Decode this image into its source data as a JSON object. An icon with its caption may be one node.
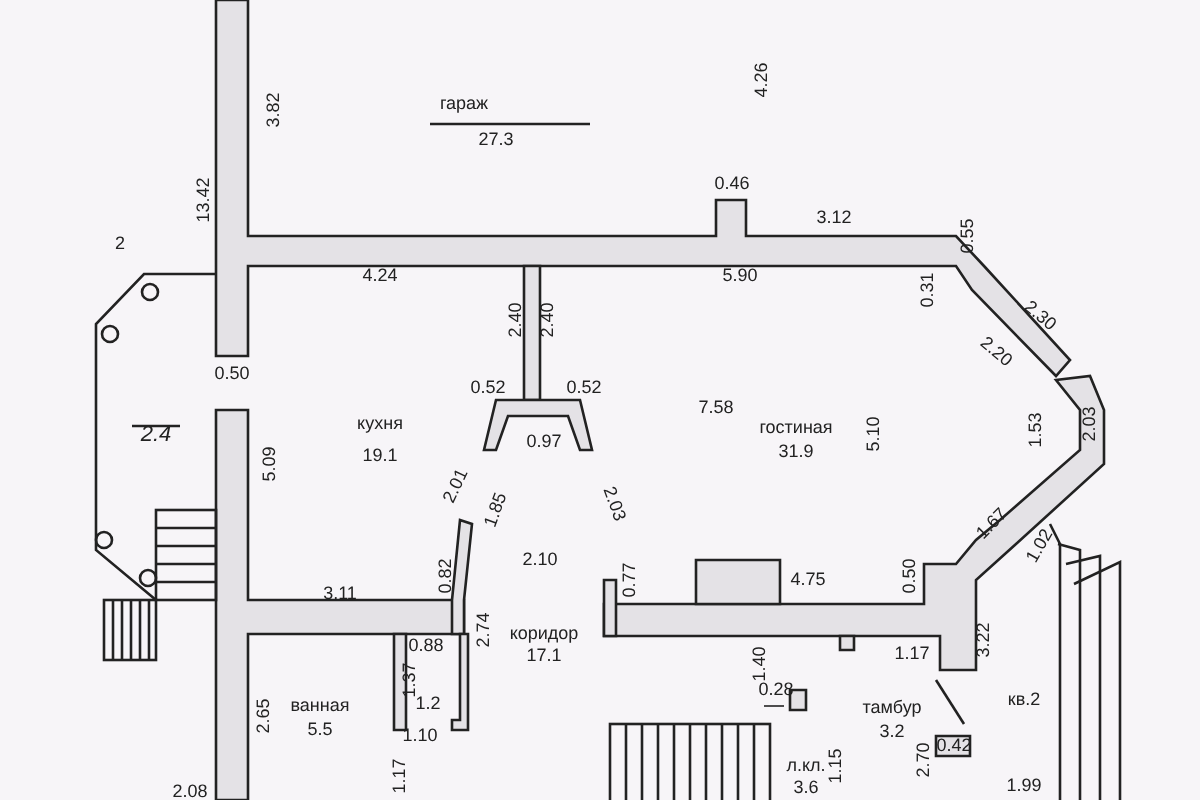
{
  "diagram": {
    "labels": [
      "гараж",
      "27.3",
      "3.82",
      "4.26",
      "13.42",
      "2",
      "0.46",
      "3.12",
      "0.55",
      "4.24",
      "5.90",
      "0.31",
      "2.40",
      "2.40",
      "2.30",
      "2.20",
      "0.50",
      "2.4",
      "кухня",
      "19.1",
      "0.52",
      "0.52",
      "0.97",
      "7.58",
      "гостиная",
      "31.9",
      "5.10",
      "5.09",
      "2.01",
      "1.85",
      "2.10",
      "2.03",
      "1.53",
      "2.03",
      "1.67",
      "1.02",
      "0.82",
      "3.11",
      "0.77",
      "4.75",
      "0.50",
      "2.74",
      "коридор",
      "17.1",
      "0.88",
      "1.17",
      "1.40",
      "3.22",
      "ванная",
      "1.37",
      "1.2",
      "5.5",
      "2.65",
      "1.10",
      "0.28",
      "тамбур",
      "3.2",
      "кв.2",
      "л.кл.",
      "3.6",
      "1.15",
      "2.70",
      "0.42",
      "1.99",
      "2.08",
      "1.17"
    ]
  }
}
